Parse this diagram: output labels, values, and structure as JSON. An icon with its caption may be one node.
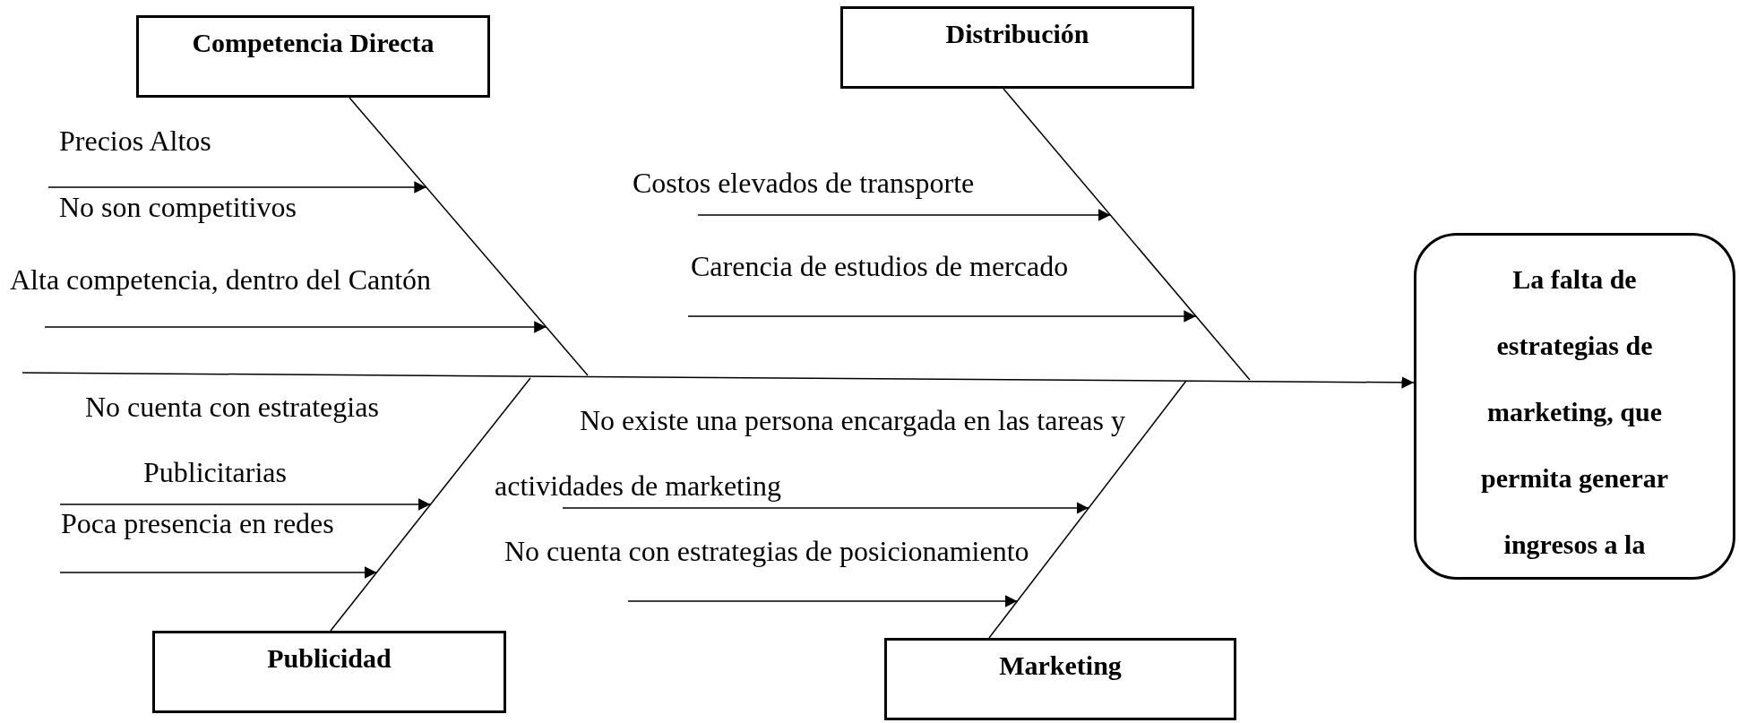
{
  "diagram": {
    "nodes": [
      {
        "text": [
          "Competencia Directa"
        ]
      },
      {
        "text": [
          "Distribución"
        ]
      },
      {
        "text": [
          "La falta de estrategias de marketing, que permita generar ingresos a la"
        ]
      },
      {
        "text": [
          "Publicidad"
        ]
      },
      {
        "text": [
          "Marketing"
        ]
      },
      {
        "text": [],
        "shape": "line"
      },
      {
        "text": [],
        "shape": "line"
      },
      {
        "text": [],
        "shape": "line"
      },
      {
        "text": [],
        "shape": "line"
      }
    ],
    "edges": [
      {
        "from": null,
        "to": 2,
        "arrow": "to"
      },
      {
        "from": null,
        "to": 5,
        "arrow": "to",
        "label": "Precios Altos"
      },
      {
        "from": null,
        "to": 5,
        "arrow": "to",
        "label": "Alta competencia, dentro del Cantón"
      },
      {
        "from": null,
        "to": 7,
        "arrow": "to",
        "label": "Costos elevados de transporte"
      },
      {
        "from": null,
        "to": 7,
        "arrow": "to",
        "label": "Carencia de estudios de mercado"
      },
      {
        "from": null,
        "to": 6,
        "arrow": "to",
        "label": "No cuenta con estrategias Publicitarias"
      },
      {
        "from": null,
        "to": 6,
        "arrow": "to",
        "label": "Poca presencia en redes"
      },
      {
        "from": null,
        "to": 8,
        "arrow": "to",
        "label": "No existe una persona encargada en las tareas y actividades de marketing"
      },
      {
        "from": null,
        "to": 8,
        "arrow": "to",
        "label": "No cuenta con estrategias de posicionamiento"
      }
    ],
    "labels": [
      "No son competitivos"
    ]
  }
}
